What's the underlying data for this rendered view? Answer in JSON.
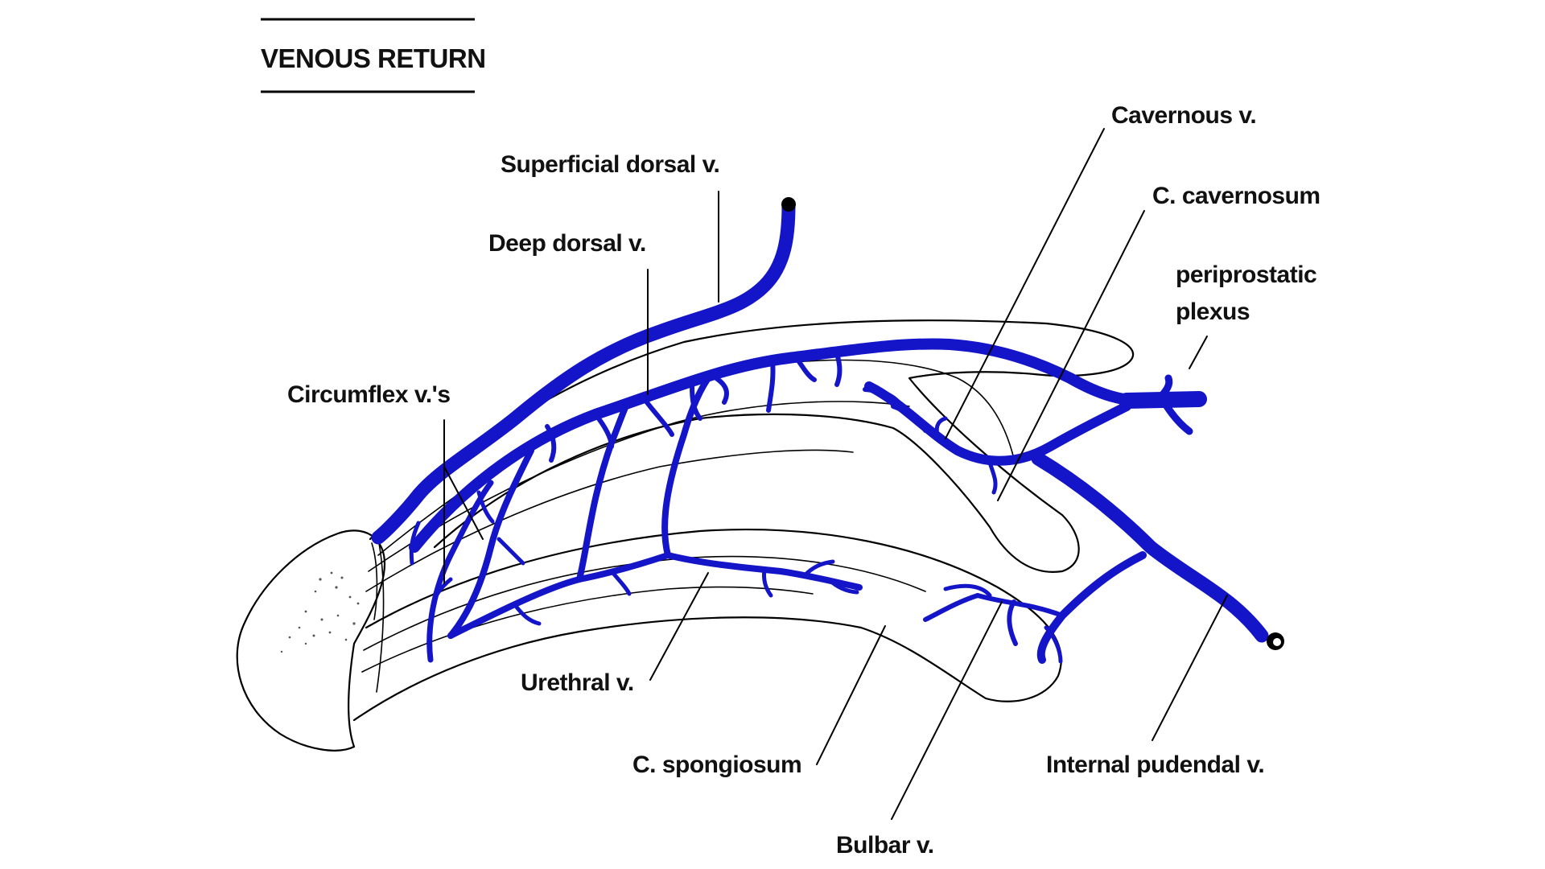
{
  "title": "VENOUS RETURN",
  "colors": {
    "vein": "#1414c8",
    "outline": "#000000",
    "background": "#ffffff"
  },
  "labels": {
    "superficial_dorsal": "Superficial dorsal v.",
    "deep_dorsal": "Deep dorsal v.",
    "circumflex": "Circumflex v.'s",
    "cavernous": "Cavernous v.",
    "c_cavernosum": "C. cavernosum",
    "periprostatic_line1": "periprostatic",
    "periprostatic_line2": "plexus",
    "urethral": "Urethral v.",
    "c_spongiosum": "C. spongiosum",
    "internal_pudendal": "Internal pudendal v.",
    "bulbar": "Bulbar v."
  }
}
